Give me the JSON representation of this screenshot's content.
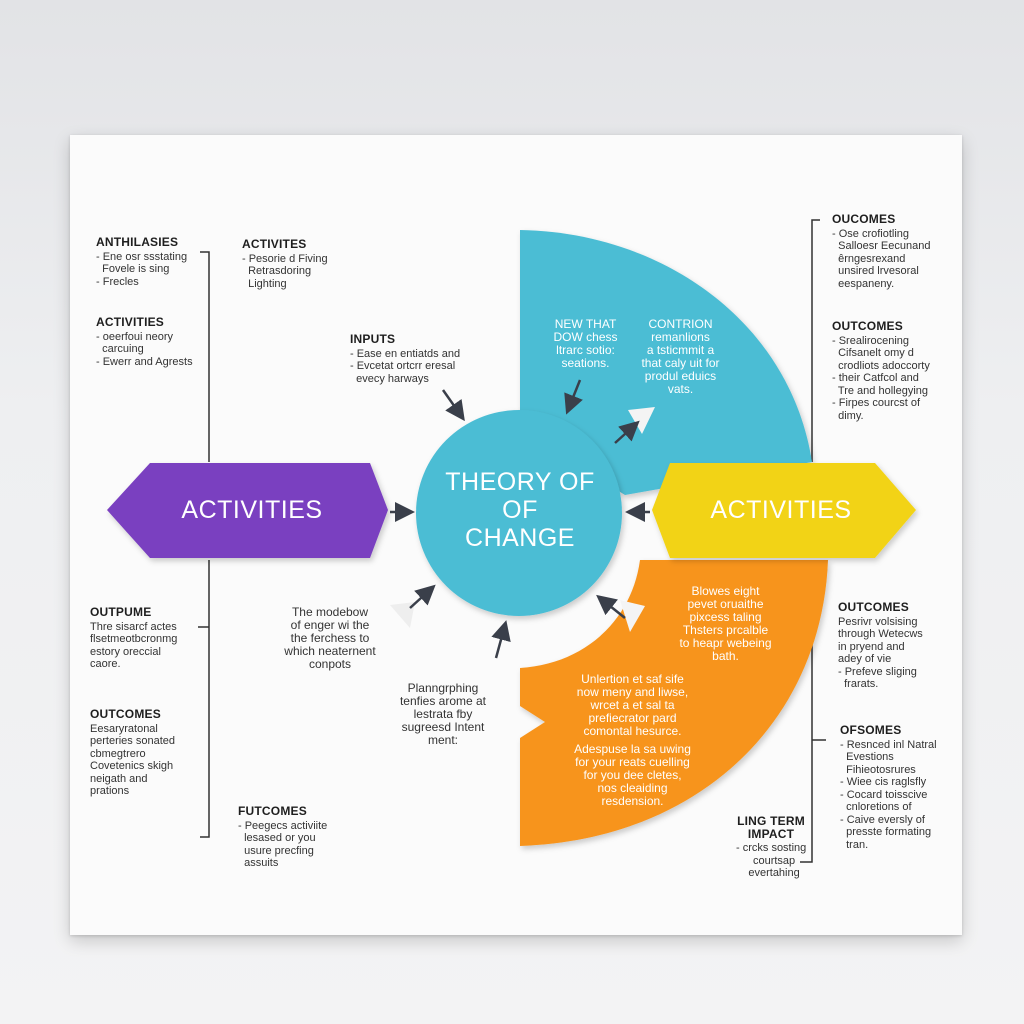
{
  "colors": {
    "purple": "#7a3fc0",
    "teal": "#4cbdd4",
    "yellow": "#f2d316",
    "orange": "#f7941d",
    "text": "#2b2b2b",
    "arrow": "#3a3f4a"
  },
  "center": {
    "line1": "THEORY OF",
    "line2": "OF",
    "line3": "CHANGE"
  },
  "left_arrow": {
    "label": "ACTIVITIES"
  },
  "right_arrow": {
    "label": "ACTIVITIES"
  },
  "left_blocks": [
    {
      "title": "ANTHILASIES",
      "lines": [
        "- Ene osr ssstating",
        "  Fovele is sing",
        "- Frecles"
      ]
    },
    {
      "title": "ACTIVITIES",
      "lines": [
        "- oeerfoui neory",
        "  carcuing",
        "- Ewerr and Agrests"
      ]
    },
    {
      "title": "OUTPUME",
      "lines": [
        "Thre sisarcf actes",
        "ﬂsetmeotbcronmg",
        "estory oreccial",
        "caore."
      ]
    },
    {
      "title": "OUTCOMES",
      "lines": [
        "Eesaryratonal",
        "perteries sonated",
        "cbmegtrero",
        "Covetenics skigh",
        "neigath and",
        "prations"
      ]
    }
  ],
  "activites_block": {
    "title": "ACTIVITES",
    "lines": [
      "- Pesorie d Fiving",
      "  Retrasdoring",
      "  Lighting"
    ]
  },
  "inputs_block": {
    "title": "INPUTS",
    "lines": [
      "- Ease en entiatds and",
      "- Evcetat ortcrr eresal",
      "  evecy harways"
    ]
  },
  "futcomes_block": {
    "title": "FUTCOMES",
    "lines": [
      "- Peegecs activiite",
      "  lesased or you",
      "  usure precfing",
      "  assuits"
    ]
  },
  "mid_left_text": [
    "The modebow",
    "of enger wi the",
    "the ferchess to",
    "which neaternent",
    "conpots"
  ],
  "mid_bottom_text": [
    "Planngrphing",
    "tenfies arome at",
    "lestrata fby",
    "sugreesd Intent",
    "ment:"
  ],
  "teal_texts": {
    "left": [
      "NEW THAT",
      "DOW chess",
      "ltrarc sotio:",
      "seations."
    ],
    "right": [
      "CONTRION",
      "remanlions",
      "a tsticmmit a",
      "that caly uit for",
      "produl eduics",
      "vats."
    ]
  },
  "orange_texts": {
    "top": [
      "Blowes eight",
      "pevet oruaithe",
      "pixcess taling",
      "Thsters prcalble",
      "to heapr webeing",
      "bath."
    ],
    "middle": [
      "Unlertion et saf sife",
      "now meny and liwse,",
      "wrcet a et sal ta",
      "prefiecrator pard",
      "comontal hesurce."
    ],
    "bottom": [
      "Adespuse la sa uwing",
      "for your reats cuelling",
      "for you dee cletes,",
      "nos cleaiding",
      "resdension."
    ]
  },
  "right_blocks": [
    {
      "title": "OUCOMES",
      "lines": [
        "- Ose crofiotling",
        "  Salloesr Eecunand",
        "  êrngesrexand",
        "  unsired lrvesoral",
        "  eespaneny."
      ]
    },
    {
      "title": "OUTCOMES",
      "lines": [
        "- Srealirocening",
        "  Cifsanelt omy d",
        "  crodliots adoccorty",
        "- their Catfcol and",
        "  Tre and hollegying",
        "- Firpes courcst of",
        "  dimy."
      ]
    },
    {
      "title": "OUTCOMES",
      "lines": [
        "Pesrivr volsising",
        "through Wetecws",
        "in pryend and",
        "adey of vie",
        "- Prefeve sliging",
        "  frarats."
      ]
    },
    {
      "title": "OFSOMES",
      "lines": [
        "- Resnced inl Natral",
        "  Evestions",
        "  Fihieotosrures",
        "- Wiee cis raglsfly",
        "- Cocard toisscive",
        "  cnloretions of",
        "- Caive eversly of",
        "  presste formating",
        "  tran."
      ]
    }
  ],
  "long_term": {
    "title": "LING TERM IMPACT",
    "lines": [
      "- crcks sosting",
      "  courtsap",
      "  evertahing"
    ]
  }
}
